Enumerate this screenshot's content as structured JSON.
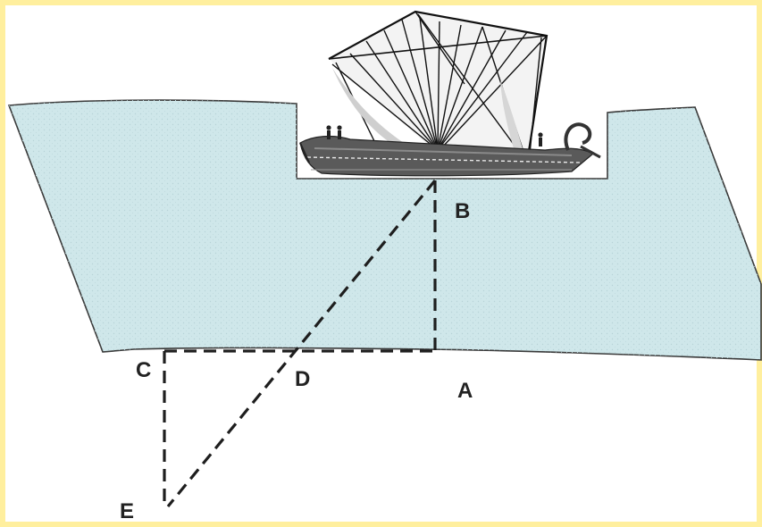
{
  "diagram": {
    "labels": {
      "A": "A",
      "B": "B",
      "C": "C",
      "D": "D",
      "E": "E"
    },
    "colors": {
      "frame": "#ffef9e",
      "water": "#cfe7ea",
      "water_stroke": "#3a3a3a",
      "construction_line": "#1e1e1e",
      "ship_hull": "#5a5a5a",
      "ship_line": "#111111",
      "label": "#222222"
    },
    "icons": {
      "ship": "trireme-ship-icon"
    }
  }
}
